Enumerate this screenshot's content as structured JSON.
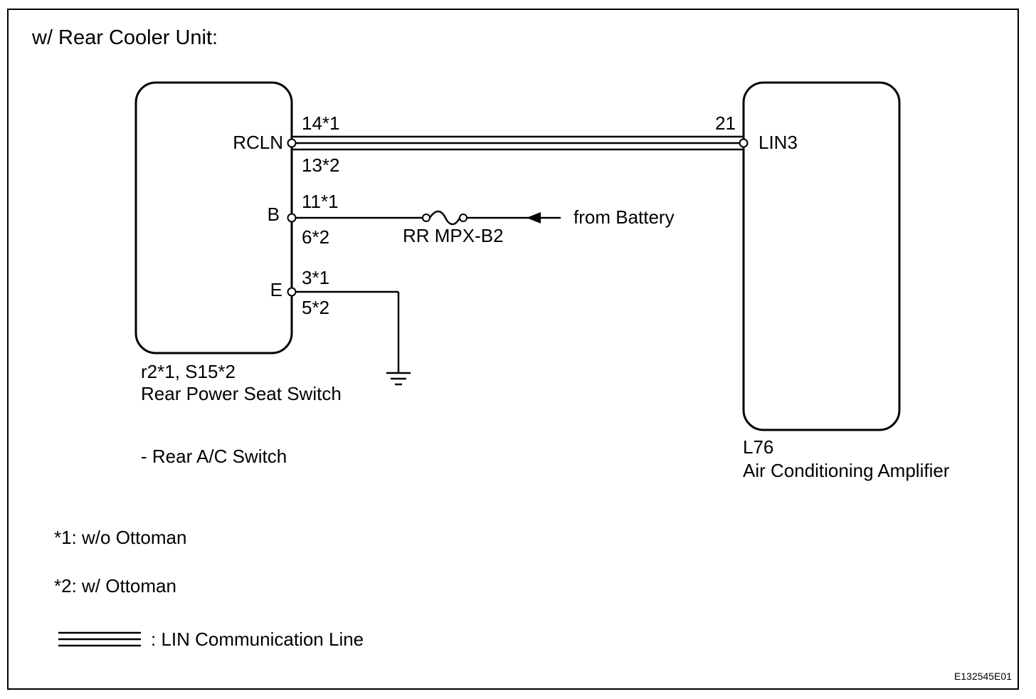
{
  "title": "w/ Rear Cooler Unit:",
  "left_component": {
    "connector": "r2*1, S15*2",
    "name": "Rear Power Seat Switch",
    "sub_item": "- Rear A/C Switch",
    "terminals": {
      "rcln": "RCLN",
      "b": "B",
      "e": "E"
    },
    "pins": {
      "rcln_top": "14*1",
      "rcln_bottom": "13*2",
      "b_top": "11*1",
      "b_bottom": "6*2",
      "e_top": "3*1",
      "e_bottom": "5*2"
    }
  },
  "right_component": {
    "connector": "L76",
    "name": "Air Conditioning Amplifier",
    "terminal": "LIN3",
    "pin": "21"
  },
  "fuse": {
    "label": "RR MPX-B2",
    "source": "from Battery"
  },
  "notes": {
    "note1": "*1: w/o Ottoman",
    "note2": "*2: w/ Ottoman",
    "legend": ": LIN Communication Line"
  },
  "figure_id": "E132545E01"
}
